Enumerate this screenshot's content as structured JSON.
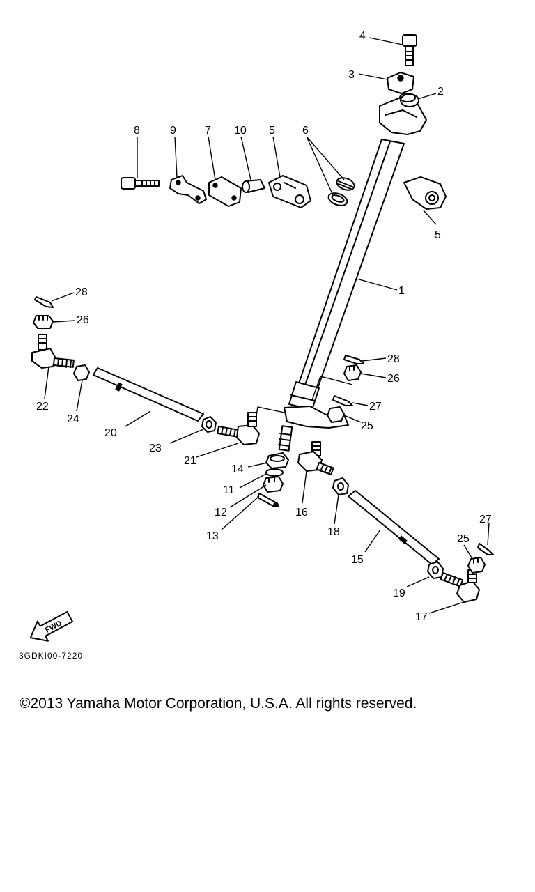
{
  "diagram": {
    "callouts": {
      "c1": "1",
      "c2": "2",
      "c3": "3",
      "c4": "4",
      "c5a": "5",
      "c5b": "5",
      "c6": "6",
      "c7": "7",
      "c8": "8",
      "c9": "9",
      "c10": "10",
      "c11": "11",
      "c12": "12",
      "c13": "13",
      "c14": "14",
      "c15": "15",
      "c16": "16",
      "c17": "17",
      "c18": "18",
      "c19": "19",
      "c20": "20",
      "c21": "21",
      "c22": "22",
      "c23": "23",
      "c24": "24",
      "c25a": "25",
      "c25b": "25",
      "c26a": "26",
      "c26b": "26",
      "c27a": "27",
      "c27b": "27",
      "c28a": "28",
      "c28b": "28"
    },
    "fwd_label": "FWD",
    "diagram_code": "3GDKI00-7220"
  },
  "footer": {
    "copyright": "©2013 Yamaha Motor Corporation, U.S.A. All rights reserved."
  }
}
